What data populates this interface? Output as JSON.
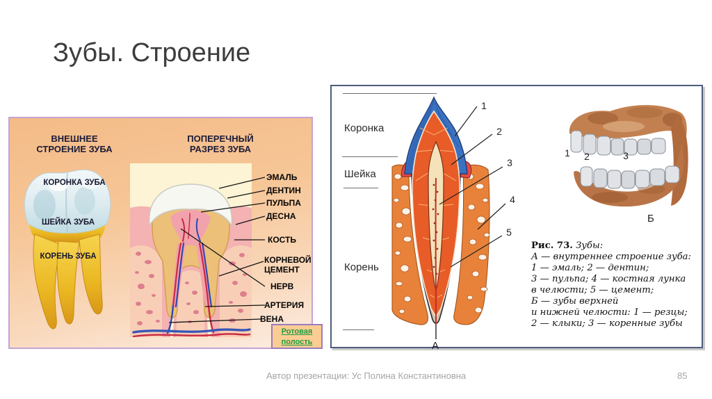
{
  "slide": {
    "title": "Зубы. Строение",
    "footer_author": "Автор презентации: Ус Полина Константиновна",
    "page_number": "85"
  },
  "left_panel": {
    "external_heading_line1": "ВНЕШНЕЕ",
    "external_heading_line2": "СТРОЕНИЕ ЗУБА",
    "section_heading_line1": "ПОПЕРЕЧНЫЙ",
    "section_heading_line2": "РАЗРЕЗ ЗУБА",
    "tooth_labels": [
      "КОРОНКА ЗУБА",
      "ШЕЙКА ЗУБА",
      "КОРЕНЬ ЗУБА"
    ],
    "section_labels": [
      "ЭМАЛЬ",
      "ДЕНТИН",
      "ПУЛЬПА",
      "ДЕСНА",
      "КОСТЬ",
      "КОРНЕВОЙ ЦЕМЕНТ",
      "НЕРВ",
      "АРТЕРИЯ",
      "ВЕНА"
    ],
    "link_line1": "Ротовая",
    "link_line2": "полость"
  },
  "right_panel": {
    "region_labels": [
      "Коронка",
      "Шейка",
      "Корень"
    ],
    "part_numbers": [
      "1",
      "2",
      "3",
      "4",
      "5"
    ],
    "jaw_numbers": [
      "1",
      "2",
      "3"
    ],
    "label_a": "А",
    "label_b": "Б",
    "caption_figure": "Рис. 73.",
    "caption_title": "Зубы:",
    "caption_lines": [
      "А — внутреннее строение зуба:",
      "1 — эмаль; 2 — дентин;",
      "3 — пульпа; 4 — костная лунка",
      "в челюсти; 5 — цемент;",
      "Б — зубы верхней",
      "и нижней челюсти: 1 — резцы;",
      "2 — клыки; 3 — коренные зубы"
    ]
  },
  "colors": {
    "left_panel_border": "#c4a3d6",
    "left_panel_bg": "#f6c697",
    "right_panel_border": "#4d5b7c",
    "link_green": "#1d9a3f",
    "enamel_blue": "#3a72c0",
    "dentin_orange": "#e85c28",
    "bone_orange": "#e8823a",
    "root_gold": "#e8b820"
  }
}
